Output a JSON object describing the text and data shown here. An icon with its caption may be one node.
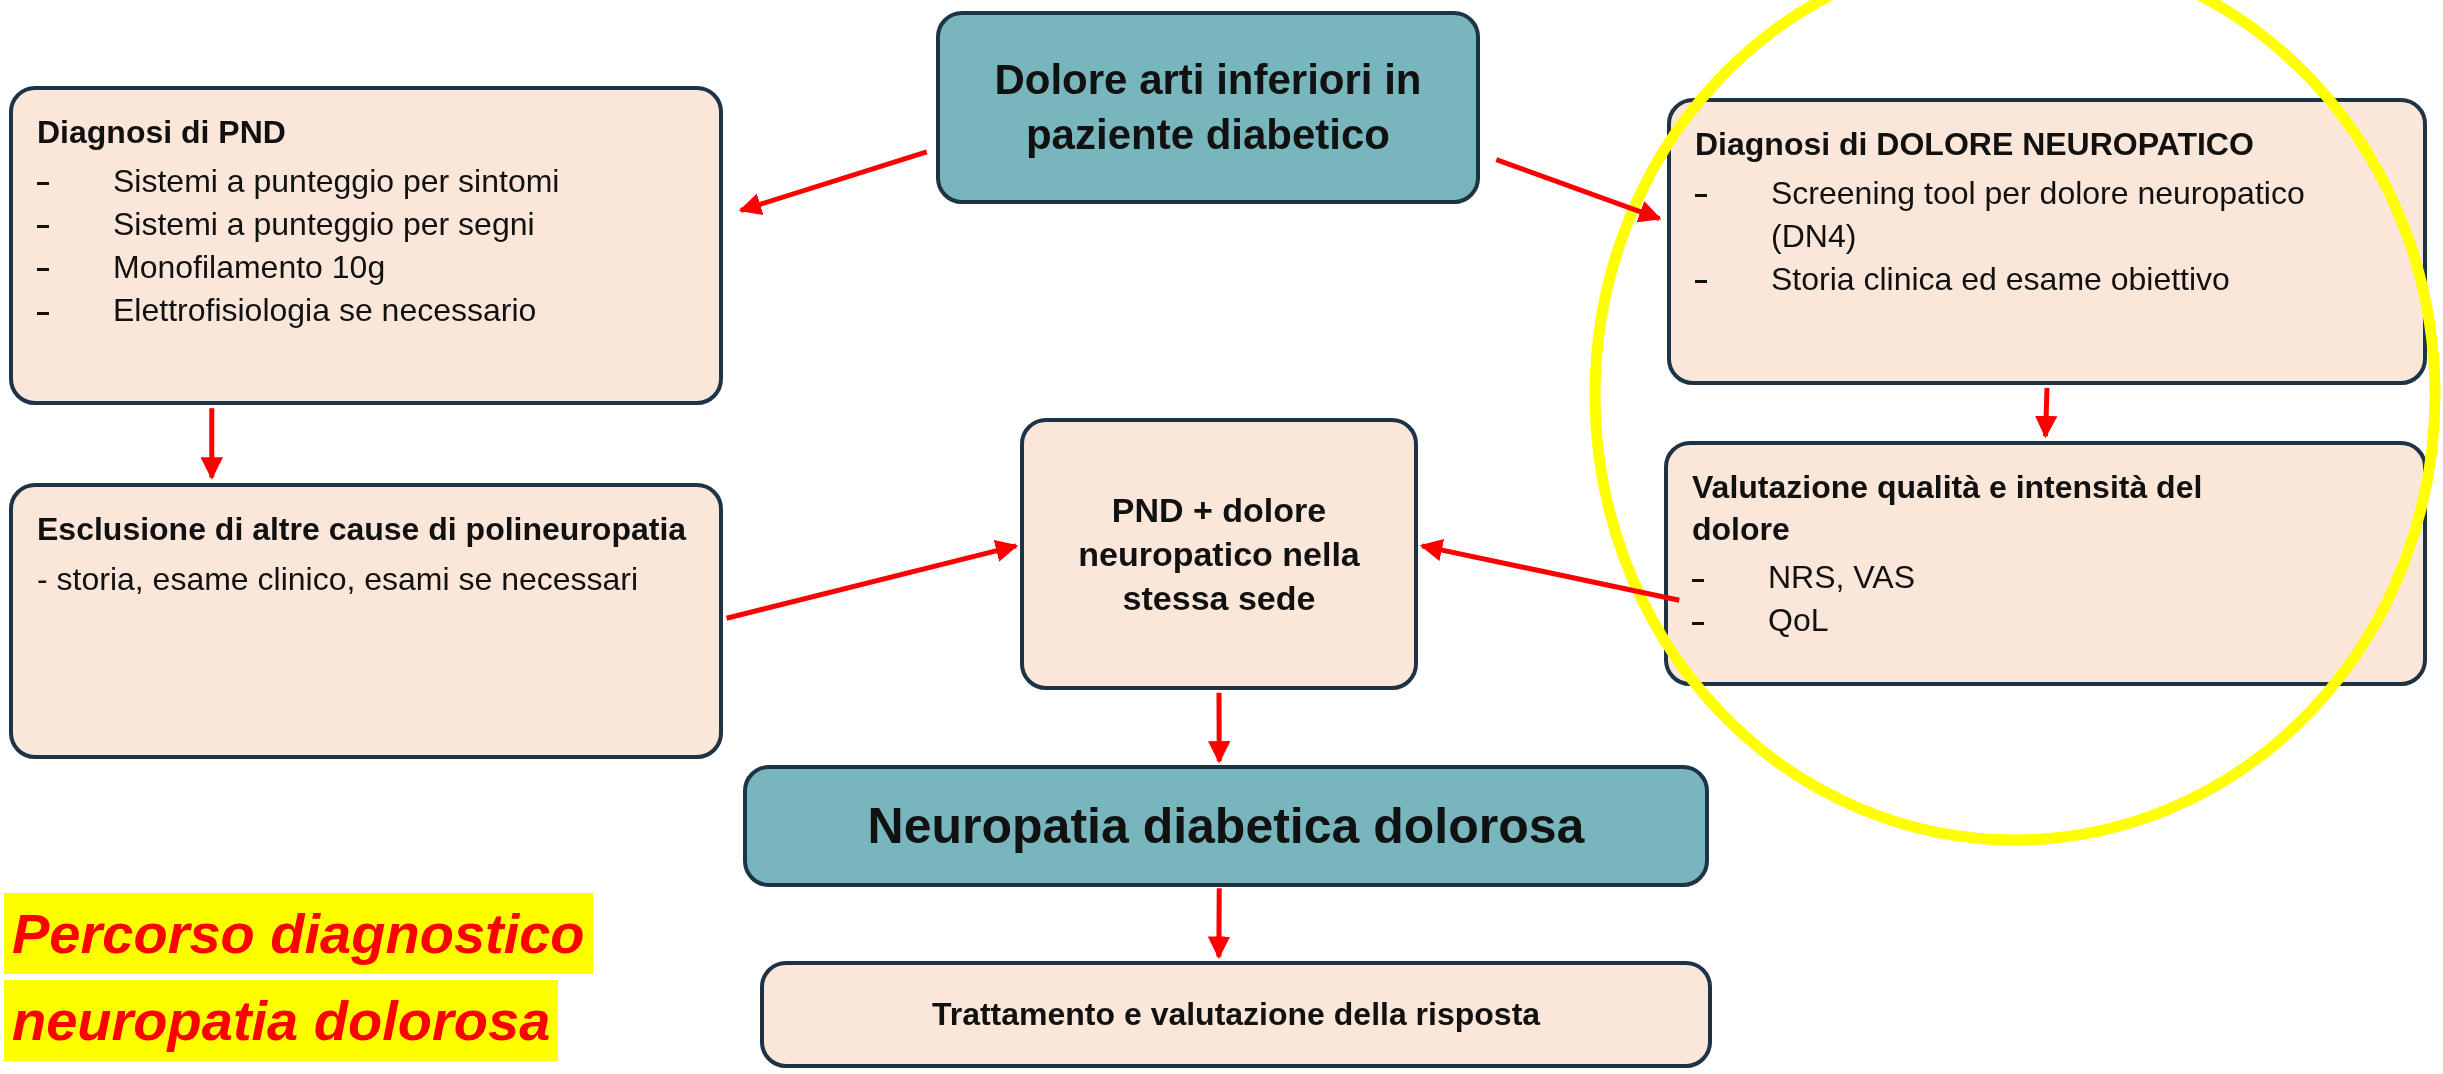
{
  "diagram": {
    "nodes": [
      {
        "text": [
          "Dolore arti inferiori in paziente diabetico"
        ]
      },
      {
        "text": [
          "Diagnosi di PND",
          "Sistemi a punteggio per sintomi",
          "Sistemi a punteggio per segni",
          "Monofilamento 10g",
          "Elettrofisiologia se necessario"
        ]
      },
      {
        "text": [
          "Esclusione di altre cause di polineuropatia",
          "- storia, esame clinico, esami se necessari"
        ]
      },
      {
        "text": [
          "PND + dolore neuropatico nella stessa sede"
        ]
      },
      {
        "text": [
          "Diagnosi di DOLORE NEUROPATICO",
          "Screening tool per dolore neuropatico (DN4)",
          "Storia clinica ed esame obiettivo"
        ]
      },
      {
        "text": [
          "Valutazione qualità e intensità del dolore",
          "NRS, VAS",
          "QoL"
        ]
      },
      {
        "text": [
          "Neuropatia diabetica dolorosa"
        ]
      },
      {
        "text": [
          "Trattamento e valutazione della risposta"
        ]
      }
    ],
    "edges": [
      {
        "from": 0,
        "to": 1,
        "arrow": "to"
      },
      {
        "from": 0,
        "to": 4,
        "arrow": "to"
      },
      {
        "from": 1,
        "to": 2,
        "arrow": "to"
      },
      {
        "from": 4,
        "to": 5,
        "arrow": "to"
      },
      {
        "from": 2,
        "to": 3,
        "arrow": "to"
      },
      {
        "from": 5,
        "to": 3,
        "arrow": "to"
      },
      {
        "from": 3,
        "to": 6,
        "arrow": "to"
      },
      {
        "from": 6,
        "to": 7,
        "arrow": "to"
      }
    ],
    "labels": [
      "Percorso diagnostico",
      "neuropatia dolorosa"
    ]
  }
}
